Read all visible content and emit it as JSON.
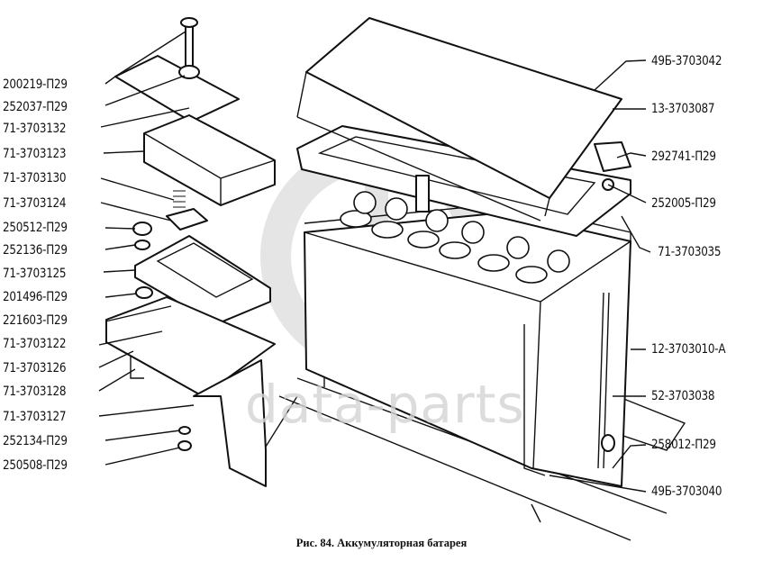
{
  "figure": {
    "caption": "Рис. 84. Аккумуляторная батарея",
    "watermark": "data-parts",
    "watermark_logo_icon": "dp-logo-icon"
  },
  "labels_left": [
    {
      "id": "200219-p29",
      "text": "200219-П29"
    },
    {
      "id": "252037-p29",
      "text": "252037-П29"
    },
    {
      "id": "71-3703132",
      "text": "71-3703132"
    },
    {
      "id": "71-3703123",
      "text": "71-3703123"
    },
    {
      "id": "71-3703130",
      "text": "71-3703130"
    },
    {
      "id": "71-3703124",
      "text": "71-3703124"
    },
    {
      "id": "250512-p29",
      "text": "250512-П29"
    },
    {
      "id": "252136-p29",
      "text": "252136-П29"
    },
    {
      "id": "71-3703125",
      "text": "71-3703125"
    },
    {
      "id": "201496-p29",
      "text": "201496-П29"
    },
    {
      "id": "221603-p29",
      "text": "221603-П29"
    },
    {
      "id": "71-3703122",
      "text": "71-3703122"
    },
    {
      "id": "71-3703126",
      "text": "71-3703126"
    },
    {
      "id": "71-3703128",
      "text": "71-3703128"
    },
    {
      "id": "71-3703127",
      "text": "71-3703127"
    },
    {
      "id": "252134-p29",
      "text": "252134-П29"
    },
    {
      "id": "250508-p29",
      "text": "250508-П29"
    }
  ],
  "labels_right": [
    {
      "id": "49b-3703042",
      "text": "49Б-3703042"
    },
    {
      "id": "13-3703087",
      "text": "13-3703087"
    },
    {
      "id": "292741-p29",
      "text": "292741-П29"
    },
    {
      "id": "252005-p29",
      "text": "252005-П29"
    },
    {
      "id": "71-3703035",
      "text": "71-3703035"
    },
    {
      "id": "12-3703010-a",
      "text": "12-3703010-А"
    },
    {
      "id": "52-3703038",
      "text": "52-3703038"
    },
    {
      "id": "258012-p29",
      "text": "258012-П29"
    },
    {
      "id": "49b-3703040",
      "text": "49Б-3703040"
    }
  ]
}
